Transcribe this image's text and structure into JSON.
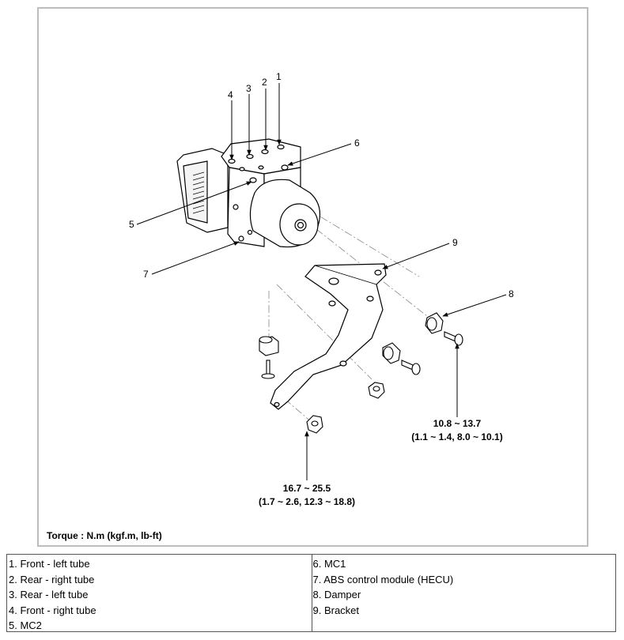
{
  "callouts": [
    "1",
    "2",
    "3",
    "4",
    "5",
    "6",
    "7",
    "8",
    "9"
  ],
  "torques": {
    "damper_bolt": {
      "value": "10.8 ~ 13.7",
      "alt": "(1.1 ~ 1.4, 8.0 ~ 10.1)"
    },
    "bracket_nut": {
      "value": "16.7 ~ 25.5",
      "alt": "(1.7 ~ 2.6, 12.3 ~ 18.8)"
    }
  },
  "torque_note": "Torque : N.m (kgf.m, lb-ft)",
  "legend": {
    "left": [
      "1. Front - left tube",
      "2. Rear - right tube",
      "3. Rear - left tube",
      "4. Front - right tube",
      "5. MC2"
    ],
    "right": [
      "6. MC1",
      "7. ABS control module (HECU)",
      "8. Damper",
      "9. Bracket"
    ]
  }
}
